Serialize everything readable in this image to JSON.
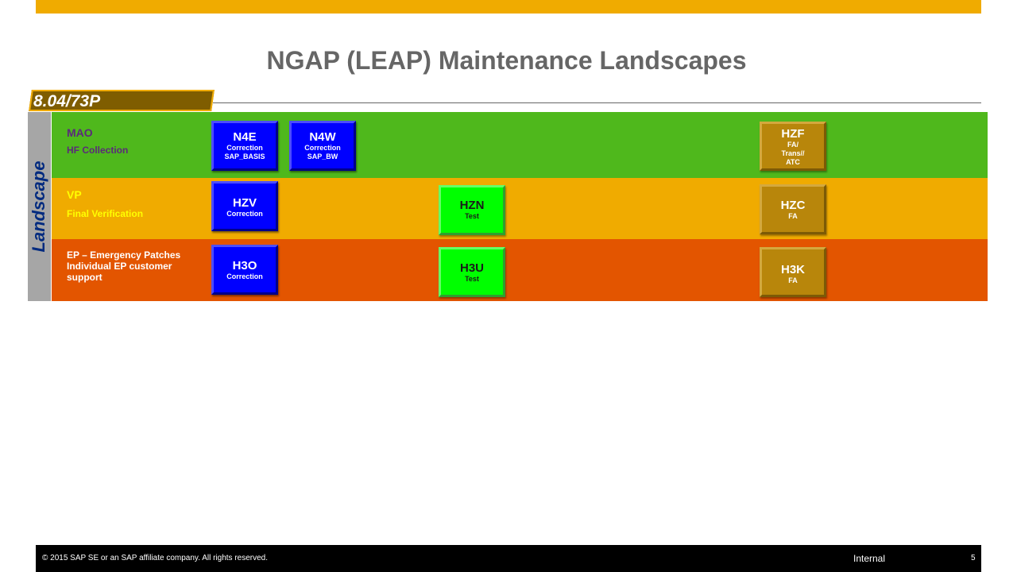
{
  "slide": {
    "title": "NGAP (LEAP) Maintenance Landscapes",
    "version": "8.04/73P",
    "side_label": "Landscape"
  },
  "colors": {
    "accent": "#f0ab00",
    "row_mao": "#4fb81c",
    "row_vp": "#f0ab00",
    "row_ep": "#e35500",
    "box_correction": "#0000ff",
    "box_test": "#00ff00",
    "box_fa": "#b8860b",
    "footer": "#000000"
  },
  "rows": {
    "mao": {
      "title": "MAO",
      "subtitle": "HF Collection"
    },
    "vp": {
      "title": "VP",
      "subtitle": "Final Verification"
    },
    "ep": {
      "description": "EP – Emergency Patches Individual EP customer support"
    }
  },
  "systems": {
    "n4e": {
      "code": "N4E",
      "line1": "Correction",
      "line2": "SAP_BASIS"
    },
    "n4w": {
      "code": "N4W",
      "line1": "Correction",
      "line2": "SAP_BW"
    },
    "hzf": {
      "code": "HZF",
      "line1": "FA/",
      "line2": "Trans//",
      "line3": "ATC"
    },
    "hzv": {
      "code": "HZV",
      "line1": "Correction"
    },
    "hzn": {
      "code": "HZN",
      "line1": "Test"
    },
    "hzc": {
      "code": "HZC",
      "line1": "FA"
    },
    "h3o": {
      "code": "H3O",
      "line1": "Correction"
    },
    "h3u": {
      "code": "H3U",
      "line1": "Test"
    },
    "h3k": {
      "code": "H3K",
      "line1": "FA"
    }
  },
  "footer": {
    "copyright": "©  2015 SAP SE or an SAP affiliate company. All rights reserved.",
    "classification": "Internal",
    "page": "5"
  }
}
